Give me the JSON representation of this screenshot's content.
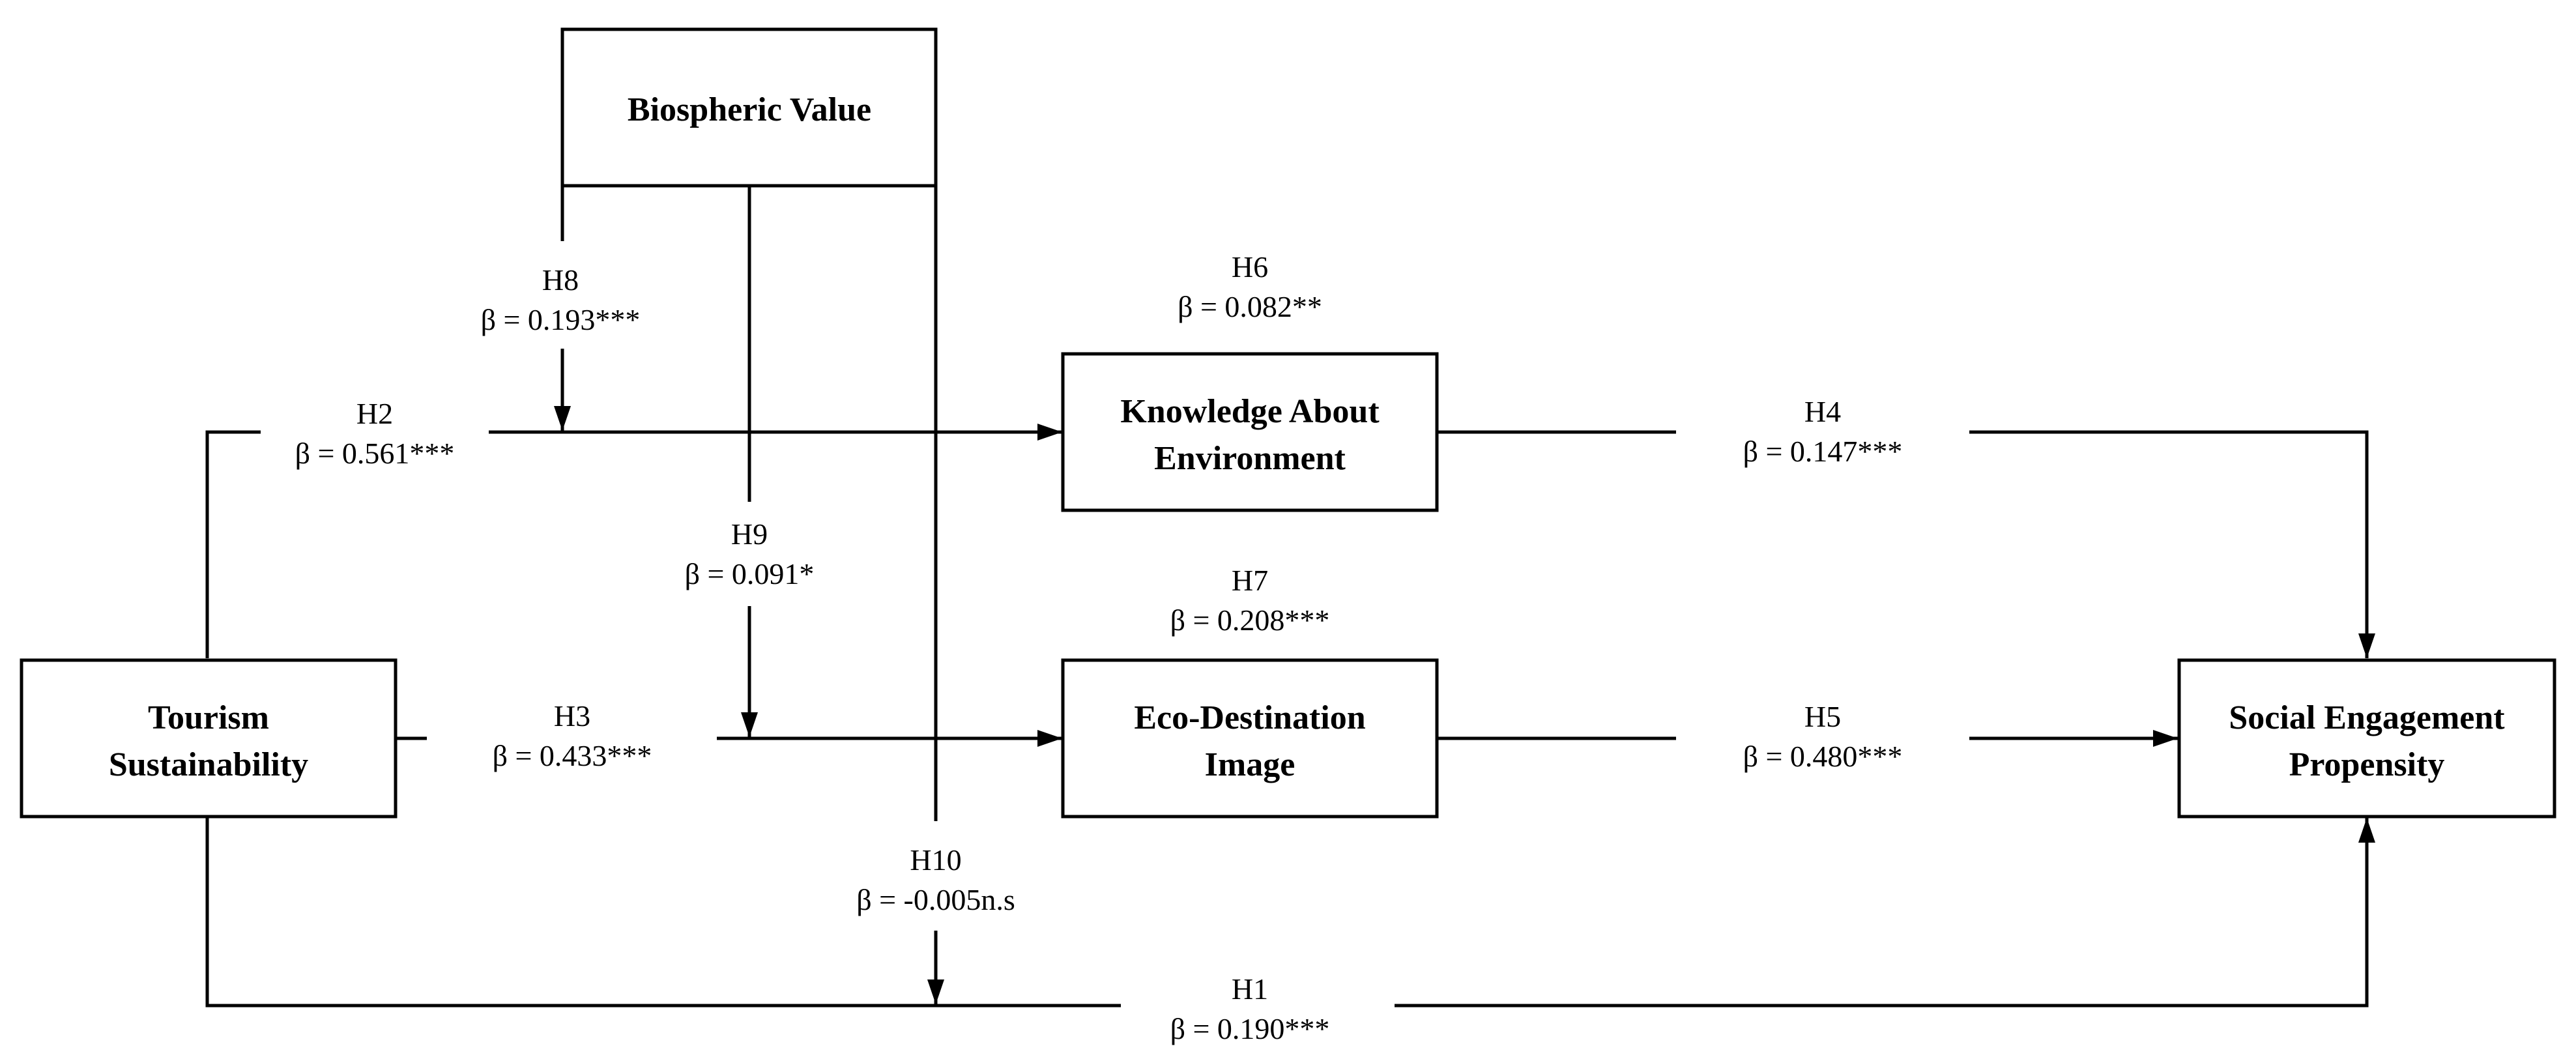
{
  "colors": {
    "background": "#ffffff",
    "stroke": "#000000",
    "text": "#000000"
  },
  "constructs": {
    "biospheric_value": "Biospheric Value",
    "knowledge": {
      "line1": "Knowledge About",
      "line2": "Environment"
    },
    "eco_destination": {
      "line1": "Eco-Destination",
      "line2": "Image"
    },
    "tourism": {
      "line1": "Tourism",
      "line2": "Sustainability"
    },
    "social": {
      "line1": "Social Engagement",
      "line2": "Propensity"
    }
  },
  "paths": {
    "h1": {
      "hypothesis": "H1",
      "beta": "β = 0.190***"
    },
    "h2": {
      "hypothesis": "H2",
      "beta": "β = 0.561***"
    },
    "h3": {
      "hypothesis": "H3",
      "beta": "β = 0.433***"
    },
    "h4": {
      "hypothesis": "H4",
      "beta": "β = 0.147***"
    },
    "h5": {
      "hypothesis": "H5",
      "beta": "β = 0.480***"
    },
    "h6": {
      "hypothesis": "H6",
      "beta": "β = 0.082**"
    },
    "h7": {
      "hypothesis": "H7",
      "beta": "β = 0.208***"
    },
    "h8": {
      "hypothesis": "H8",
      "beta": "β = 0.193***"
    },
    "h9": {
      "hypothesis": "H9",
      "beta": "β = 0.091*"
    },
    "h10": {
      "hypothesis": "H10",
      "beta": "β = -0.005n.s"
    }
  }
}
